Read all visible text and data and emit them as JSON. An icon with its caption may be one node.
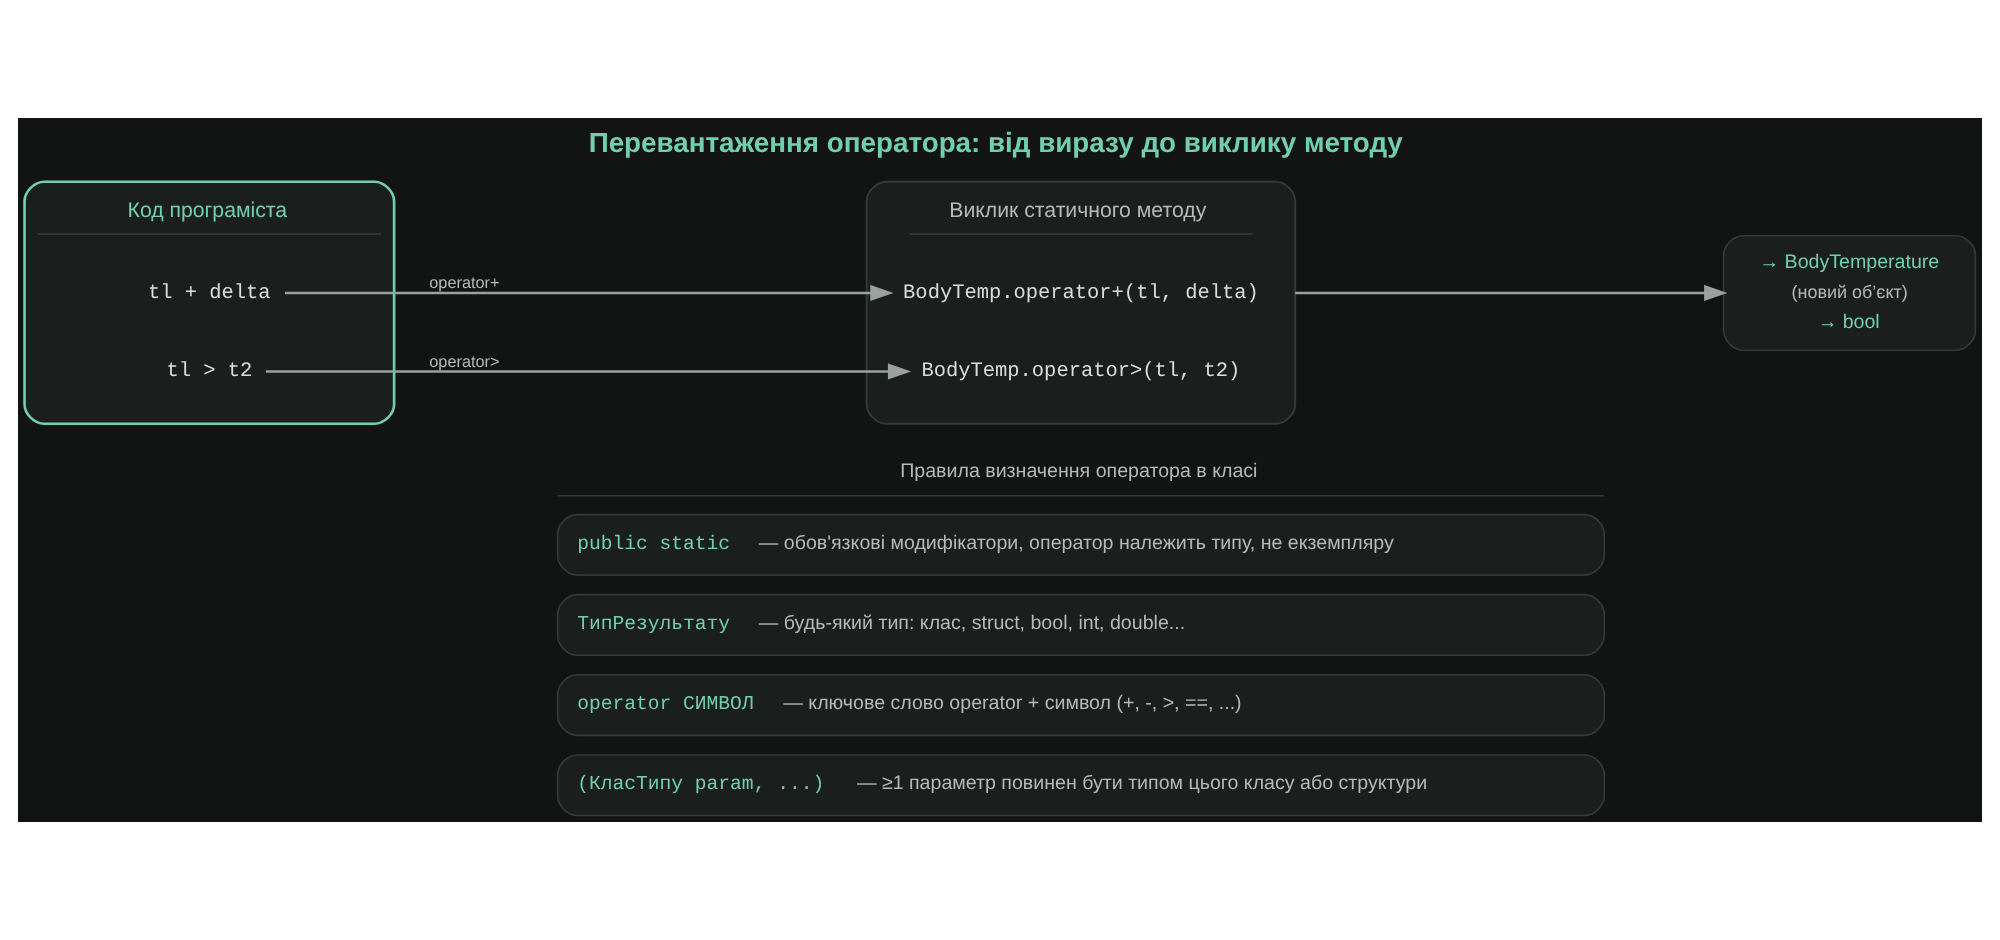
{
  "diagram": {
    "title": "Перевантаження оператора: від виразу до виклику методу",
    "nodes": [
      {
        "text": [
          "Код програміста"
        ]
      },
      {
        "text": [
          "tl + delta"
        ],
        "in": 0
      },
      {
        "text": [
          "tl > t2"
        ],
        "in": 0
      },
      {
        "text": [
          "Виклик статичного методу"
        ]
      },
      {
        "text": [
          "BodyTemp.operator+(tl, delta)"
        ],
        "in": 3
      },
      {
        "text": [
          "BodyTemp.operator>(tl, t2)"
        ],
        "in": 3
      },
      {
        "text": [
          "→ BodyTemperature",
          "(новий об’єкт)",
          "→ bool"
        ]
      },
      {
        "text": [
          "public static",
          "— обов'язкові модифікатори, оператор належить типу, не екземпляру"
        ]
      },
      {
        "text": [
          "ТипРезультату",
          "— будь-який тип: клас, struct, bool, int, double..."
        ]
      },
      {
        "text": [
          "operator СИМВОЛ",
          "— ключове слово operator + символ (+, -, >, ==, ...)"
        ]
      },
      {
        "text": [
          "(КласТипу param, ...)",
          "— ≥1 параметр повинен бути типом цього класу або структури"
        ]
      }
    ],
    "edges": [
      {
        "from": 1,
        "to": 4,
        "arrow": "to",
        "label": "operator+"
      },
      {
        "from": 2,
        "to": 5,
        "arrow": "to",
        "label": "operator>"
      },
      {
        "from": 3,
        "to": 6,
        "arrow": "to"
      }
    ],
    "labels": [
      "Правила визначення оператора в класі"
    ]
  }
}
